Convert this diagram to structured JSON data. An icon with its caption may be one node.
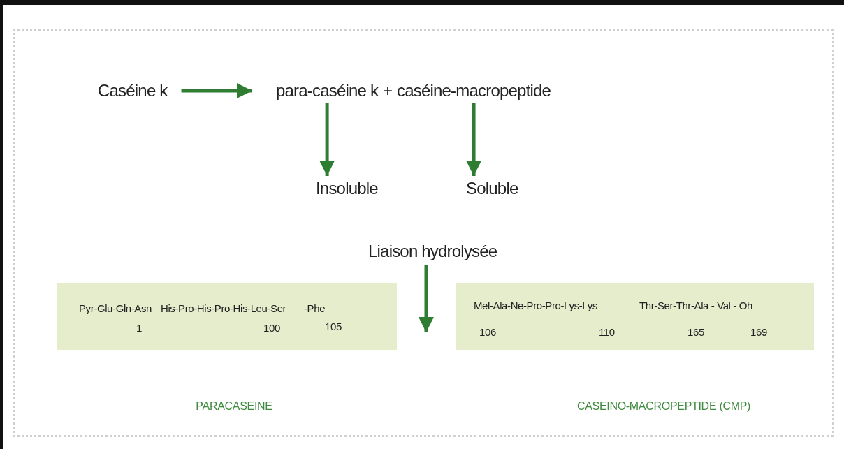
{
  "diagram": {
    "nodes": [
      {
        "text": [
          "Caséine k"
        ]
      },
      {
        "text": [
          "para-caséine k"
        ]
      },
      {
        "text": [
          "caséine-macropeptide"
        ]
      },
      {
        "text": [
          "Insoluble"
        ]
      },
      {
        "text": [
          "Soluble"
        ]
      },
      {
        "text": [
          "Liaison hydrolysée"
        ]
      },
      {
        "text": [
          "Pyr-Glu-Gln-Asn",
          "His-Pro-His-Pro-His-Leu-Ser",
          "-Phe",
          "1",
          "100",
          "105"
        ]
      },
      {
        "text": [
          "Mel-Ala-Ne-Pro-Pro-Lys-Lys",
          "Thr-Ser-Thr-Ala - Val - Oh",
          "106",
          "110",
          "165",
          "169"
        ]
      }
    ],
    "edges": [
      {
        "from": 0,
        "to": 1,
        "arrow": "to"
      },
      {
        "from": 1,
        "to": 3,
        "arrow": "to"
      },
      {
        "from": 2,
        "to": 4,
        "arrow": "to"
      },
      {
        "from": 5,
        "to": null,
        "arrow": "to"
      }
    ],
    "labels": [
      "+",
      "PARACASEINE",
      "CASEINO-MACROPEPTIDE (CMP)"
    ]
  }
}
